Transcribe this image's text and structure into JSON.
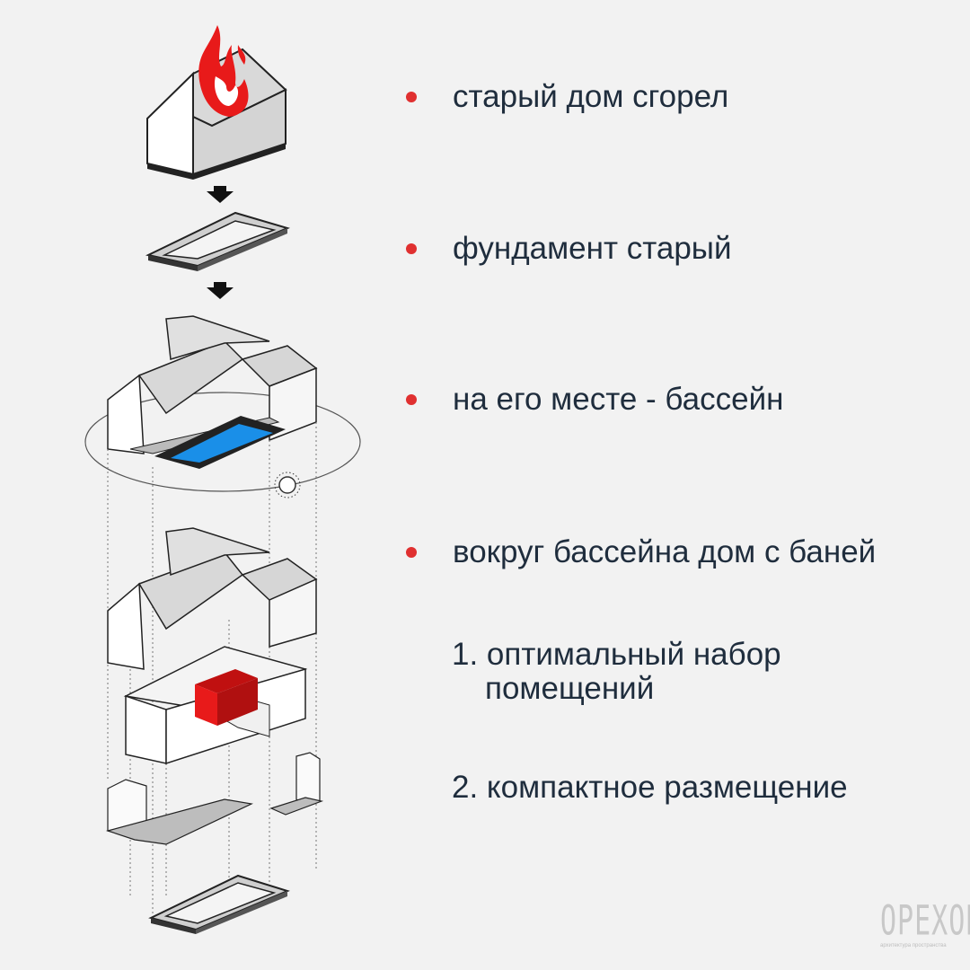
{
  "bullets": [
    {
      "text": "старый дом сгорел"
    },
    {
      "text": "фундамент старый"
    },
    {
      "text": "на его месте - бассейн"
    },
    {
      "text": "вокруг бассейна дом с баней"
    }
  ],
  "numbered": [
    {
      "line1": "1. оптимальный набор",
      "line2": "помещений"
    },
    {
      "line1": "2. компактное размещение"
    }
  ],
  "logo": {
    "text": "ОРЕХОВ",
    "subtitle": "архитектура пространства"
  },
  "colors": {
    "bullet": "#e03030",
    "text": "#1f2d3d",
    "fire": "#e81a1a",
    "pool": "#1a8fe8",
    "sauna": "#e01818"
  }
}
